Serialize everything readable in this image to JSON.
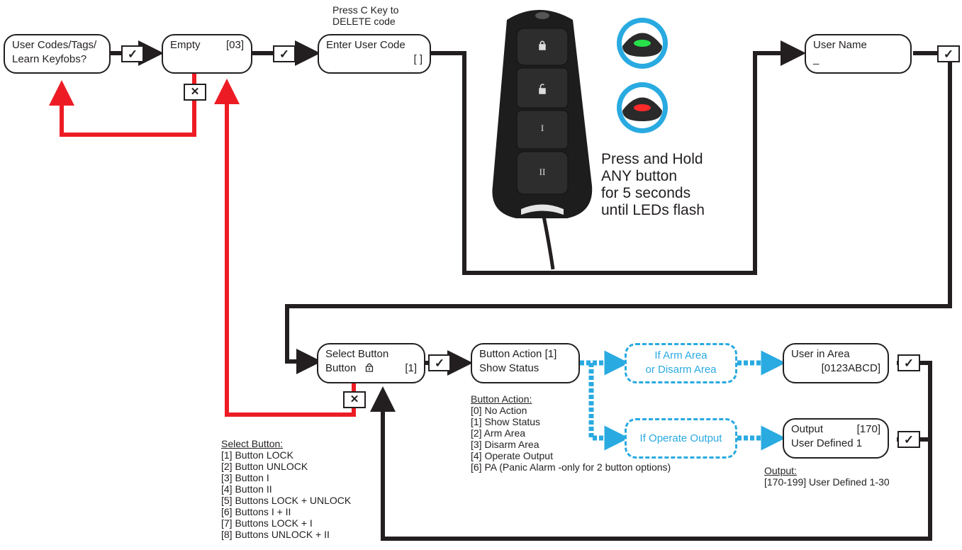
{
  "top_flow": {
    "user_codes": {
      "line1": "User Codes/Tags/",
      "line2": "Learn Keyfobs?"
    },
    "empty": {
      "label": "Empty",
      "value": "[03]"
    },
    "enter_code": {
      "line1": "Enter User Code",
      "line2": "[       ]"
    },
    "delete_hint": {
      "line1": "Press C Key to",
      "line2": "DELETE code"
    },
    "user_name": {
      "line1": "User Name",
      "line2": "_"
    }
  },
  "keyfob": {
    "buttons": [
      "lock",
      "unlock",
      "I",
      "II"
    ],
    "led_colors": {
      "green": "#27e04a",
      "red": "#ff2b2b",
      "ring": "#29aae1"
    },
    "instruction": [
      "Press and Hold",
      "ANY button",
      "for 5 seconds",
      "until LEDs flash"
    ]
  },
  "bottom_flow": {
    "select_button": {
      "line1": "Select Button",
      "label": "Button",
      "value": "[1]"
    },
    "button_action": {
      "line1": "Button Action [1]",
      "line2": "Show Status"
    },
    "if_arm": {
      "line1": "If Arm Area",
      "line2": "or Disarm Area"
    },
    "if_output": {
      "line1": "If Operate Output"
    },
    "user_in_area": {
      "line1": "User in Area",
      "line2": "[0123ABCD]"
    },
    "output": {
      "label": "Output",
      "value": "[170]",
      "line2": "User Defined 1"
    }
  },
  "symbols": {
    "tick": "✓",
    "cross": "✕"
  },
  "notes": {
    "button_action": {
      "heading": "Button Action:",
      "items": [
        "[0] No Action",
        "[1] Show Status",
        "[2] Arm Area",
        "[3] Disarm Area",
        "[4] Operate Output",
        "[6] PA (Panic Alarm -only for 2 button options)"
      ]
    },
    "select_button": {
      "heading": "Select Button:",
      "items": [
        "[1] Button LOCK",
        "[2] Button UNLOCK",
        "[3] Button I",
        "[4] Button II",
        "[5] Buttons LOCK + UNLOCK",
        "[6] Buttons I + II",
        "[7] Buttons LOCK + I",
        "[8] Buttons UNLOCK + II"
      ]
    },
    "output": {
      "heading": "Output:",
      "items": [
        "[170-199] User Defined 1-30"
      ]
    }
  },
  "colors": {
    "line": "#231f20",
    "red": "#ed1c24",
    "blue": "#29aae1"
  }
}
